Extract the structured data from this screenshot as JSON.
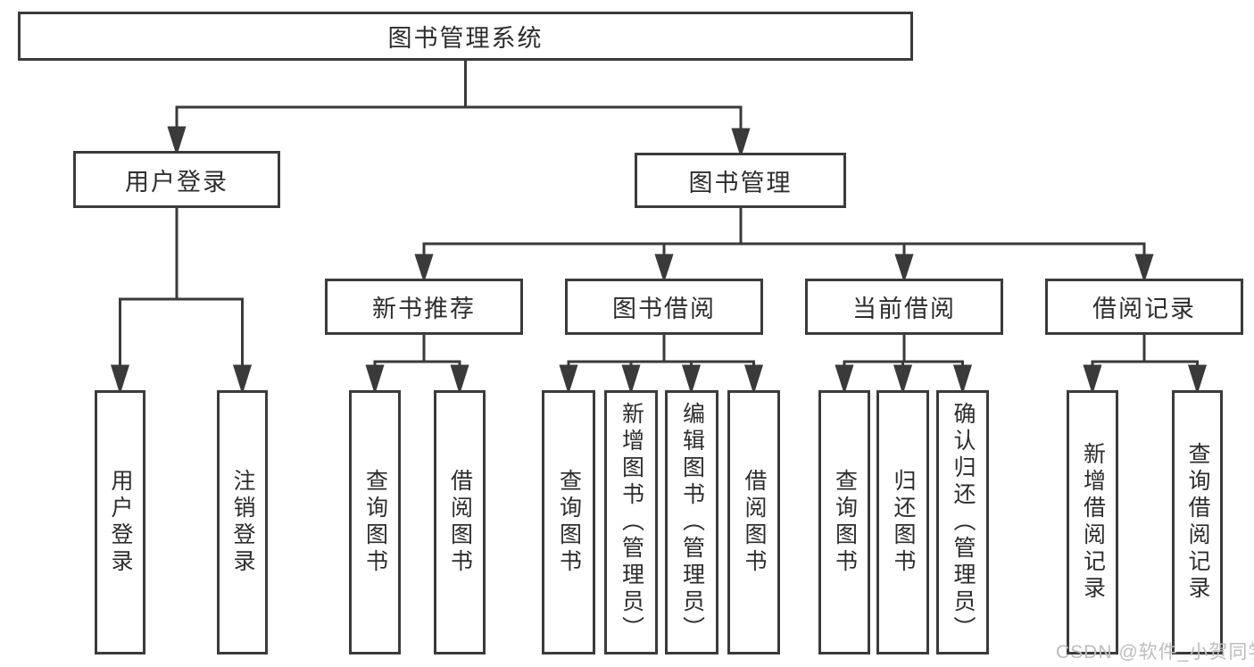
{
  "diagram": {
    "kind": "hierarchy-chart",
    "line_color": "#3a3a3a",
    "box_border_color": "#3b3b3b",
    "text_color": "#2d2d2d",
    "background_color": "#ffffff"
  },
  "tree": {
    "root": {
      "label": "图书管理系统",
      "children": [
        {
          "label": "用户登录",
          "children": [
            {
              "label": "用户登录"
            },
            {
              "label": "注销登录"
            }
          ]
        },
        {
          "label": "图书管理",
          "children": [
            {
              "label": "新书推荐",
              "children": [
                {
                  "label": "查询图书"
                },
                {
                  "label": "借阅图书"
                }
              ]
            },
            {
              "label": "图书借阅",
              "children": [
                {
                  "label": "查询图书"
                },
                {
                  "label": "新增图书（管理员）"
                },
                {
                  "label": "编辑图书（管理员）"
                },
                {
                  "label": "借阅图书"
                }
              ]
            },
            {
              "label": "当前借阅",
              "children": [
                {
                  "label": "查询图书"
                },
                {
                  "label": "归还图书"
                },
                {
                  "label": "确认归还（管理员）"
                }
              ]
            },
            {
              "label": "借阅记录",
              "children": [
                {
                  "label": "新增借阅记录"
                },
                {
                  "label": "查询借阅记录"
                }
              ]
            }
          ]
        }
      ]
    }
  },
  "watermark": {
    "text": "CSDN @软件_小贺同学",
    "color": "#bdbdbd"
  }
}
